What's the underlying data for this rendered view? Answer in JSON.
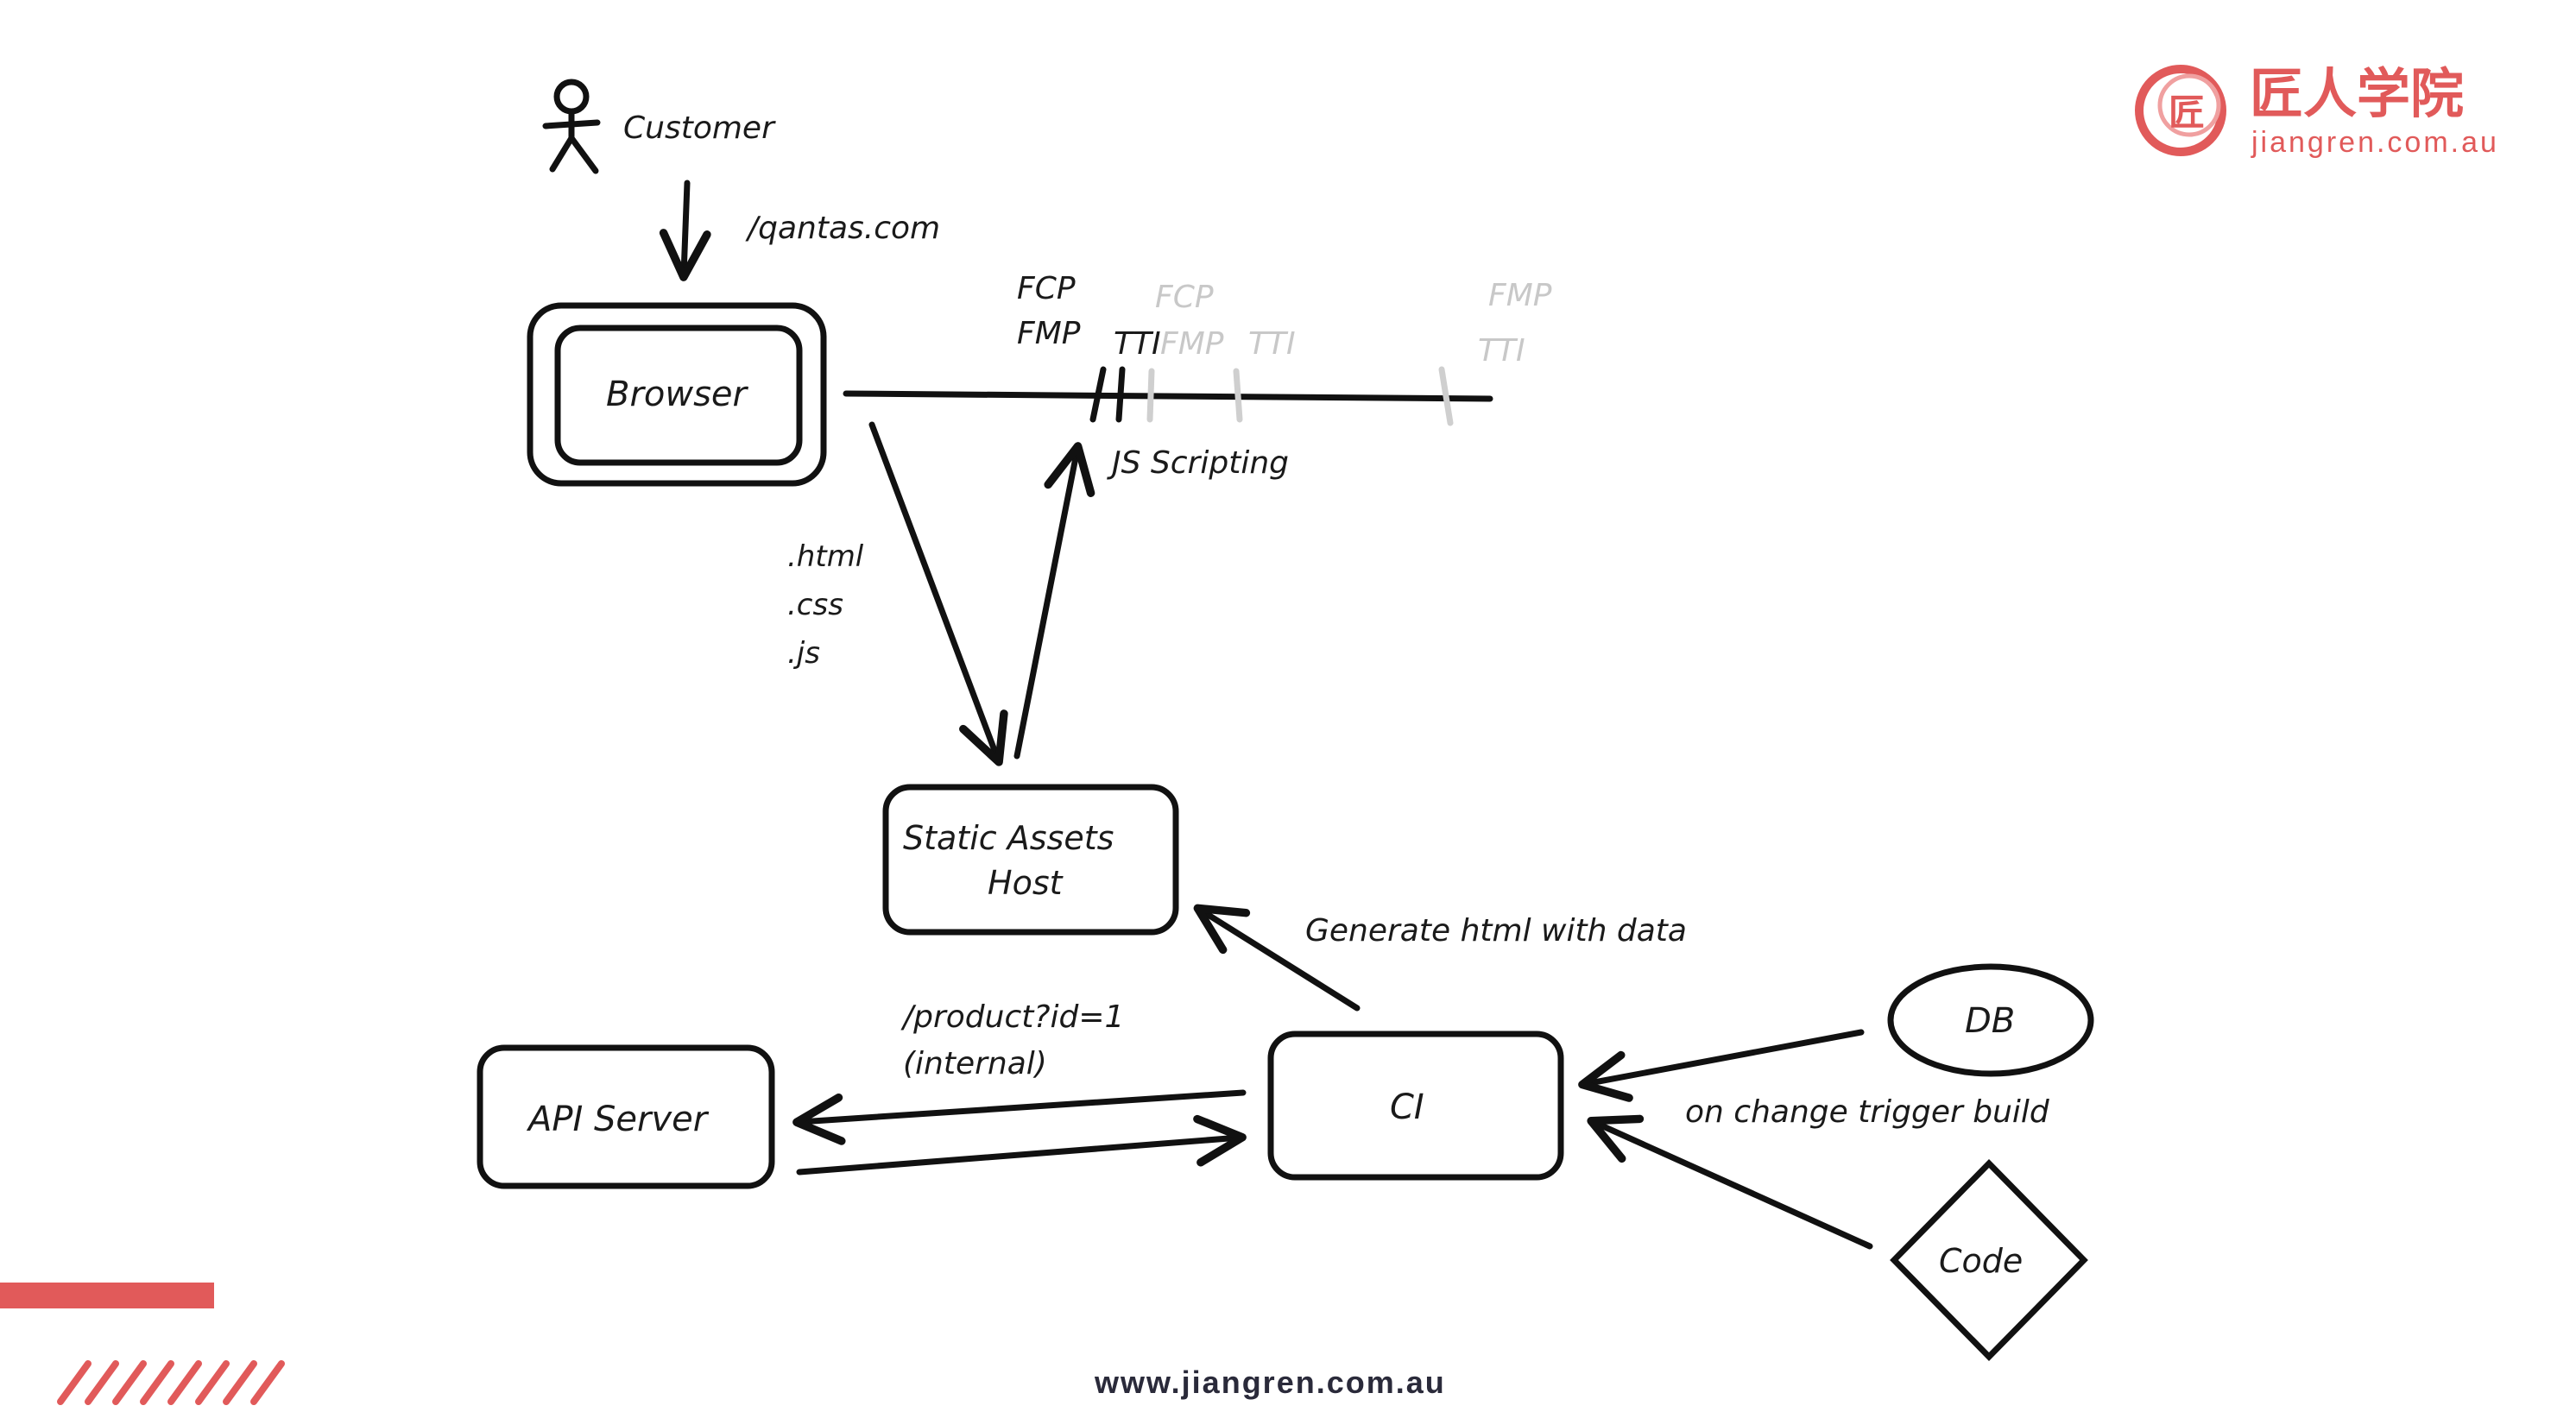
{
  "brand": {
    "logo_glyph": "匠",
    "name_cn": "匠人学院",
    "domain": "jiangren.com.au",
    "accent_color": "#e15a5a"
  },
  "footer": {
    "url": "www.jiangren.com.au"
  },
  "diagram": {
    "actor_label": "Customer",
    "url_label": "/qantas.com",
    "browser_label": "Browser",
    "timeline": {
      "fcp": "FCP",
      "fmp": "FMP",
      "tti": "TTI",
      "ghost_fcp": "FCP",
      "ghost_fmp_left": "FMP",
      "ghost_tti_left": "TTI",
      "ghost_fmp_right": "FMP",
      "ghost_tti_right": "TTI",
      "js_scripting": "JS Scripting"
    },
    "assets": [
      ".html",
      ".css",
      ".js"
    ],
    "static_host_line1": "Static Assets",
    "static_host_line2": "Host",
    "generate_label": "Generate html with data",
    "api_request_line1": "/product?id=1",
    "api_request_line2": "(internal)",
    "api_server_label": "API Server",
    "ci_label": "CI",
    "db_label": "DB",
    "code_label": "Code",
    "trigger_label": "on change trigger build"
  }
}
